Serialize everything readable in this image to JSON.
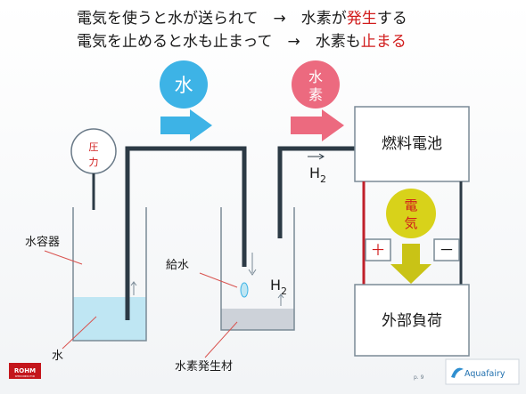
{
  "header": {
    "line1": {
      "a": "電気を使うと水が送られて　→　水素が",
      "b": "発生",
      "c": "する"
    },
    "line2": {
      "a": "電気を止めると水も止まって　→　水素も",
      "b": "止まる"
    }
  },
  "labels": {
    "water_circle": "水",
    "hydrogen_circle_1": "水",
    "hydrogen_circle_2": "素",
    "pressure_1": "圧",
    "pressure_2": "力",
    "fuel_cell": "燃料電池",
    "h2_pipe": "H",
    "h2_tank": "H",
    "sub2": "2",
    "electricity_1": "電",
    "electricity_2": "気",
    "plus": "＋",
    "minus": "－",
    "external_load": "外部負荷",
    "water_container": "水容器",
    "water_supply": "給水",
    "water": "水",
    "generator_material": "水素発生材",
    "page_number": "p. 9",
    "rohm_logo": "ROHM",
    "rohm_sub": "SEMICONDUCTOR",
    "aquafairy_logo": "Aquafairy"
  },
  "colors": {
    "title_red": "#d11b1b",
    "water_blue": "#3db3e6",
    "hydrogen_pink": "#ec6a7f",
    "electric_yellow": "#d8d21a",
    "pipe_dark": "#2c3a45",
    "water_fill": "#bfe6f3",
    "material_fill": "#cdd2d9"
  }
}
